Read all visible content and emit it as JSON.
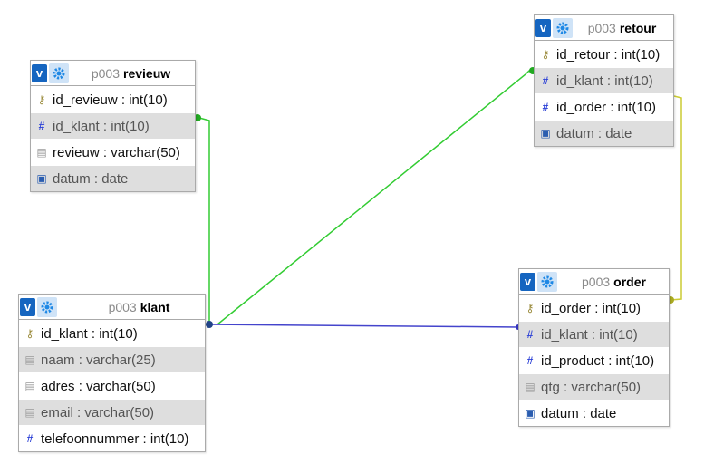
{
  "tables": {
    "revieuw": {
      "schema": "p003",
      "name": "revieuw",
      "columns": [
        {
          "label": "id_revieuw : int(10)",
          "icon": "key-icon"
        },
        {
          "label": "id_klant : int(10)",
          "icon": "hash-icon"
        },
        {
          "label": "revieuw : varchar(50)",
          "icon": "text-icon"
        },
        {
          "label": "datum : date",
          "icon": "calendar-icon"
        }
      ]
    },
    "retour": {
      "schema": "p003",
      "name": "retour",
      "columns": [
        {
          "label": "id_retour : int(10)",
          "icon": "key-icon"
        },
        {
          "label": "id_klant : int(10)",
          "icon": "hash-icon"
        },
        {
          "label": "id_order : int(10)",
          "icon": "hash-icon"
        },
        {
          "label": "datum : date",
          "icon": "calendar-icon"
        }
      ]
    },
    "klant": {
      "schema": "p003",
      "name": "klant",
      "columns": [
        {
          "label": "id_klant : int(10)",
          "icon": "key-icon"
        },
        {
          "label": "naam : varchar(25)",
          "icon": "text-icon"
        },
        {
          "label": "adres : varchar(50)",
          "icon": "text-icon"
        },
        {
          "label": "email : varchar(50)",
          "icon": "text-icon"
        },
        {
          "label": "telefoonnummer : int(10)",
          "icon": "hash-icon"
        }
      ]
    },
    "order": {
      "schema": "p003",
      "name": "order",
      "columns": [
        {
          "label": "id_order : int(10)",
          "icon": "key-icon"
        },
        {
          "label": "id_klant : int(10)",
          "icon": "hash-icon"
        },
        {
          "label": "id_product : int(10)",
          "icon": "hash-icon"
        },
        {
          "label": "qtg : varchar(50)",
          "icon": "text-icon"
        },
        {
          "label": "datum : date",
          "icon": "calendar-icon"
        }
      ]
    }
  },
  "controls": {
    "toggle_label": "v"
  },
  "relations": [
    {
      "from": "revieuw.id_klant",
      "to": "klant.id_klant",
      "color": "#33cc33"
    },
    {
      "from": "retour.id_klant",
      "to": "klant.id_klant",
      "color": "#33cc33"
    },
    {
      "from": "order.id_klant",
      "to": "klant.id_klant",
      "color": "#4444cc"
    },
    {
      "from": "retour.id_order",
      "to": "order.id_order",
      "color": "#cccc33"
    }
  ]
}
